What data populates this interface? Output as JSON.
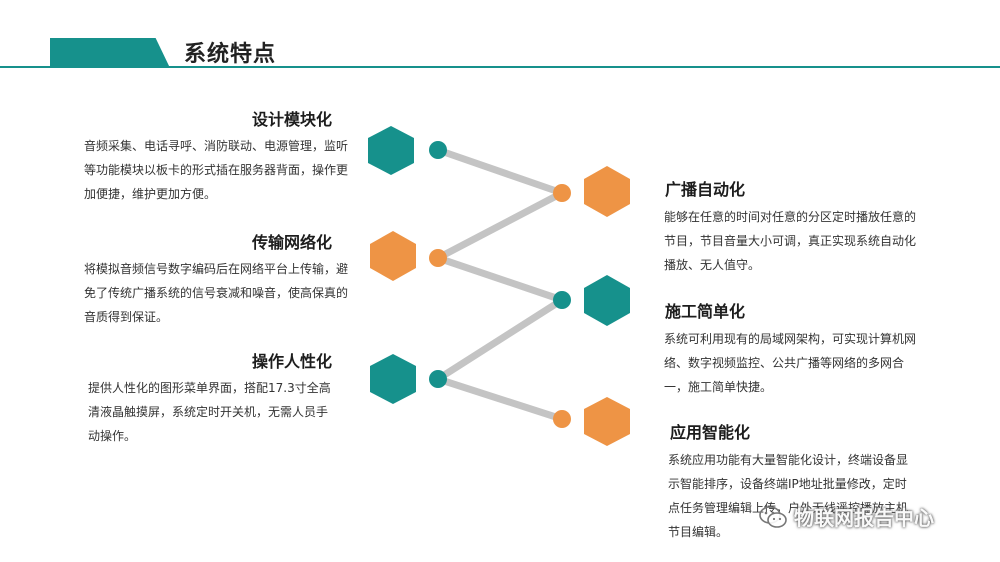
{
  "header": {
    "title": "系统特点"
  },
  "features_left": [
    {
      "title": "设计模块化",
      "desc": "音频采集、电话寻呼、消防联动、电源管理，监听等功能模块以板卡的形式插在服务器背面，操作更加便捷，维护更加方便。"
    },
    {
      "title": "传输网络化",
      "desc": "将模拟音频信号数字编码后在网络平台上传输，避免了传统广播系统的信号衰减和噪音，使高保真的音质得到保证。"
    },
    {
      "title": "操作人性化",
      "desc": "提供人性化的图形菜单界面，搭配17.3寸全高清液晶触摸屏，系统定时开关机，无需人员手动操作。"
    }
  ],
  "features_right": [
    {
      "title": "广播自动化",
      "desc": "能够在任意的时间对任意的分区定时播放任意的节目，节目音量大小可调，真正实现系统自动化播放、无人值守。"
    },
    {
      "title": "施工简单化",
      "desc": "系统可利用现有的局域网架构，可实现计算机网络、数字视频监控、公共广播等网络的多网合一，施工简单快捷。"
    },
    {
      "title": "应用智能化",
      "desc": "系统应用功能有大量智能化设计，终端设备显示智能排序，设备终端IP地址批量修改，定时点任务管理编辑上传，户外无线遥控播放主机节目编辑。"
    }
  ],
  "diagram": {
    "colors": {
      "teal": "#16918c",
      "orange": "#ee9445",
      "line": "#c4c4c4"
    },
    "hexagons": [
      "teal",
      "orange",
      "teal",
      "orange",
      "teal",
      "orange"
    ]
  },
  "watermark": {
    "text": "物联网报告中心",
    "icon": "wechat-icon"
  }
}
